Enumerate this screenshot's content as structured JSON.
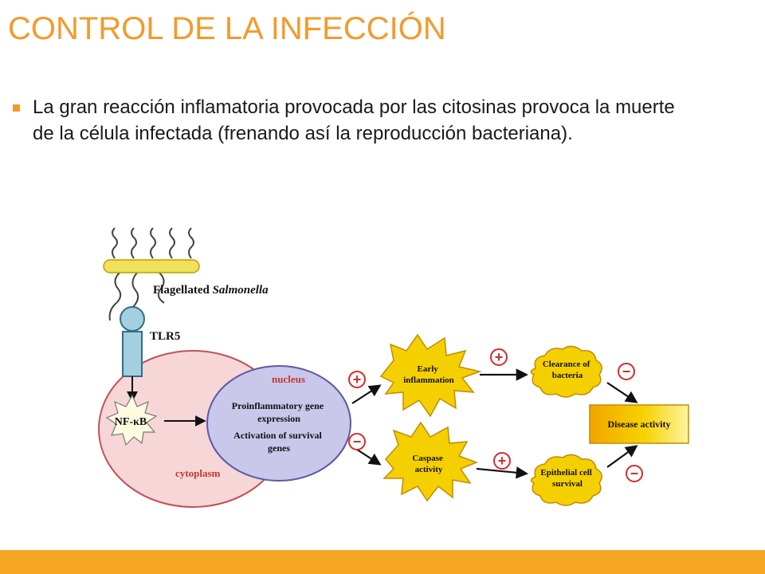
{
  "slide": {
    "title": "CONTROL DE LA INFECCIÓN",
    "bullet": "La gran reacción inflamatoria provocada por las citosinas provoca la muerte de la célula infectada (frenando así la reproducción bacteriana)."
  },
  "diagram": {
    "bacterium_label_prefix": "Flagellated ",
    "bacterium_label_italic": "Salmonella",
    "receptor_label": "TLR5",
    "nucleus_label": "nucleus",
    "nfkb_label": "NF-κB",
    "nucleus_text_1a": "Proinflammatory gene",
    "nucleus_text_1b": "expression",
    "nucleus_text_2a": "Activation of survival",
    "nucleus_text_2b": "genes",
    "cytoplasm_label": "cytoplasm",
    "early_a": "Early",
    "early_b": "inflammation",
    "caspase_a": "Caspase",
    "caspase_b": "activity",
    "clearance_a": "Clearance of",
    "clearance_b": "bacteria",
    "epithelial_a": "Epithelial cell",
    "epithelial_b": "survival",
    "disease": "Disease activity",
    "plus": "+",
    "minus": "−"
  },
  "colors": {
    "title": "#f39a2c",
    "bar": "#f5a623",
    "cell_fill": "#f6d6d6",
    "cell_stroke": "#c4505a",
    "nucleus_fill": "#c9c7ea",
    "nucleus_stroke": "#5a5aa8",
    "burst_fill": "#f5d000",
    "burst_stroke": "#c58a00",
    "sign_red": "#d62b2b",
    "label_red": "#c0392b"
  }
}
